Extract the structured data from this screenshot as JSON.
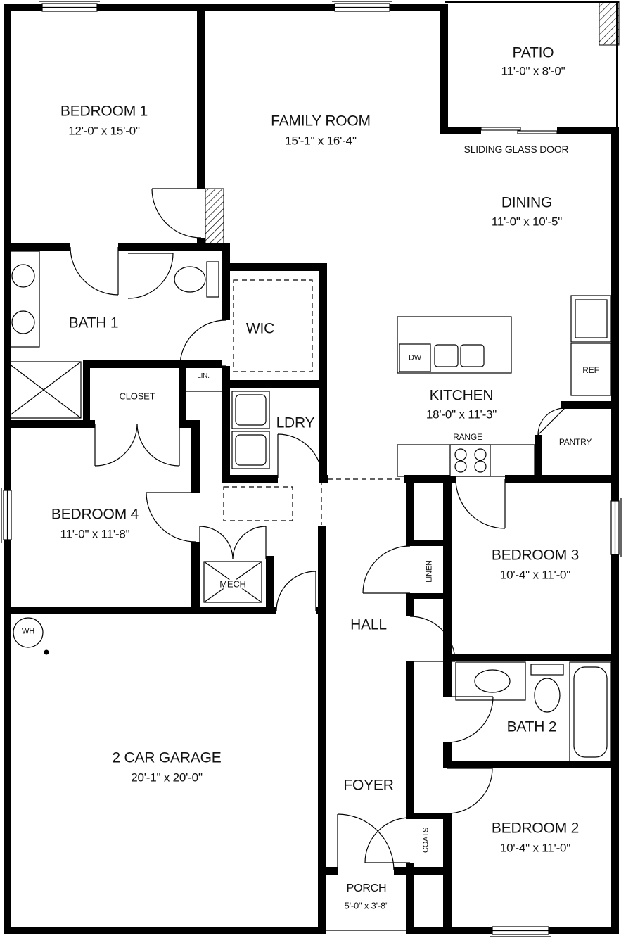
{
  "rooms": {
    "bedroom1": {
      "name": "BEDROOM 1",
      "dims": "12'-0\" x 15'-0\""
    },
    "family_room": {
      "name": "FAMILY ROOM",
      "dims": "15'-1\" x 16'-4\""
    },
    "patio": {
      "name": "PATIO",
      "dims": "11'-0\" x 8'-0\""
    },
    "dining": {
      "name": "DINING",
      "dims": "11'-0\" x 10'-5\""
    },
    "bath1": {
      "name": "BATH 1"
    },
    "wic": {
      "name": "WIC"
    },
    "closet": {
      "name": "CLOSET"
    },
    "linen_small": {
      "name": "LIN."
    },
    "laundry": {
      "name": "LDRY"
    },
    "kitchen": {
      "name": "KITCHEN",
      "dims": "18'-0\" x 11'-3\""
    },
    "pantry": {
      "name": "PANTRY"
    },
    "bedroom4": {
      "name": "BEDROOM 4",
      "dims": "11'-0\" x 11'-8\""
    },
    "bedroom3": {
      "name": "BEDROOM 3",
      "dims": "10'-4\" x 11'-0\""
    },
    "linen": {
      "name": "LINEN"
    },
    "mech": {
      "name": "MECH"
    },
    "hall": {
      "name": "HALL"
    },
    "garage": {
      "name": "2 CAR GARAGE",
      "dims": "20'-1\" x 20'-0\""
    },
    "bath2": {
      "name": "BATH 2"
    },
    "foyer": {
      "name": "FOYER"
    },
    "bedroom2": {
      "name": "BEDROOM 2",
      "dims": "10'-4\" x 11'-0\""
    },
    "coats": {
      "name": "COATS"
    },
    "porch": {
      "name": "PORCH",
      "dims": "5'-0\" x 3'-8\""
    }
  },
  "fixtures": {
    "dishwasher": "DW",
    "refrigerator": "REF",
    "range": "RANGE",
    "water_heater": "WH"
  },
  "annotations": {
    "sliding_door": "SLIDING GLASS DOOR"
  },
  "colors": {
    "walls": "#000000",
    "floor": "#ffffff",
    "text": "#111111"
  }
}
